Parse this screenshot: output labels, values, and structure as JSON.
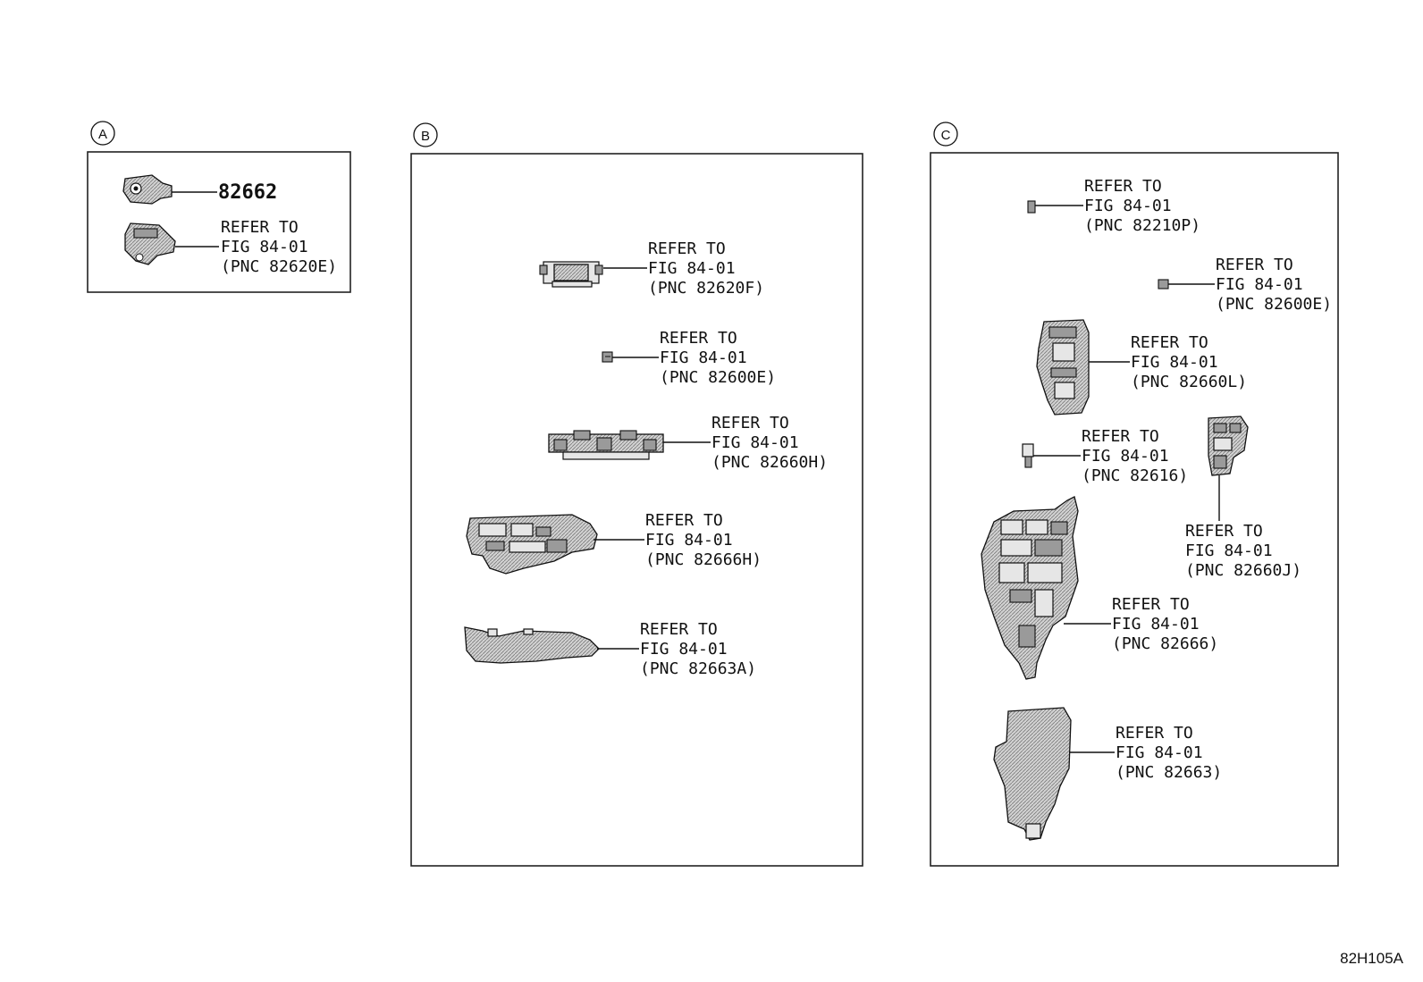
{
  "sections": [
    {
      "badge": "A",
      "callouts": [
        {
          "lines": [
            "82662"
          ],
          "part": "bracket-82662"
        },
        {
          "lines": [
            "REFER TO",
            "FIG 84-01",
            "(PNC 82620E)"
          ],
          "part": "relay-bracket"
        }
      ]
    },
    {
      "badge": "B",
      "callouts": [
        {
          "lines": [
            "REFER TO",
            "FIG 84-01",
            "(PNC 82620F)"
          ],
          "part": "junction-block"
        },
        {
          "lines": [
            "REFER TO",
            "FIG 84-01",
            "(PNC 82600E)"
          ],
          "part": "small-connector"
        },
        {
          "lines": [
            "REFER TO",
            "FIG 84-01",
            "(PNC 82660H)"
          ],
          "part": "fuse-holder-long"
        },
        {
          "lines": [
            "REFER TO",
            "FIG 84-01",
            "(PNC 82666H)"
          ],
          "part": "block-housing"
        },
        {
          "lines": [
            "REFER TO",
            "FIG 84-01",
            "(PNC 82663A)"
          ],
          "part": "block-cover"
        }
      ]
    },
    {
      "badge": "C",
      "callouts": [
        {
          "lines": [
            "REFER TO",
            "FIG 84-01",
            "(PNC 82210P)"
          ],
          "part": "tiny-connector"
        },
        {
          "lines": [
            "REFER TO",
            "FIG 84-01",
            "(PNC 82600E)"
          ],
          "part": "small-connector"
        },
        {
          "lines": [
            "REFER TO",
            "FIG 84-01",
            "(PNC 82660L)"
          ],
          "part": "fuse-block"
        },
        {
          "lines": [
            "REFER TO",
            "FIG 84-01",
            "(PNC 82616)"
          ],
          "part": "small-clip"
        },
        {
          "lines": [
            "REFER TO",
            "FIG 84-01",
            "(PNC 82660J)"
          ],
          "part": "relay-block"
        },
        {
          "lines": [
            "REFER TO",
            "FIG 84-01",
            "(PNC 82666)"
          ],
          "part": "main-housing"
        },
        {
          "lines": [
            "REFER TO",
            "FIG 84-01",
            "(PNC 82663)"
          ],
          "part": "main-cover"
        }
      ]
    }
  ],
  "figure_code": "82H105A"
}
